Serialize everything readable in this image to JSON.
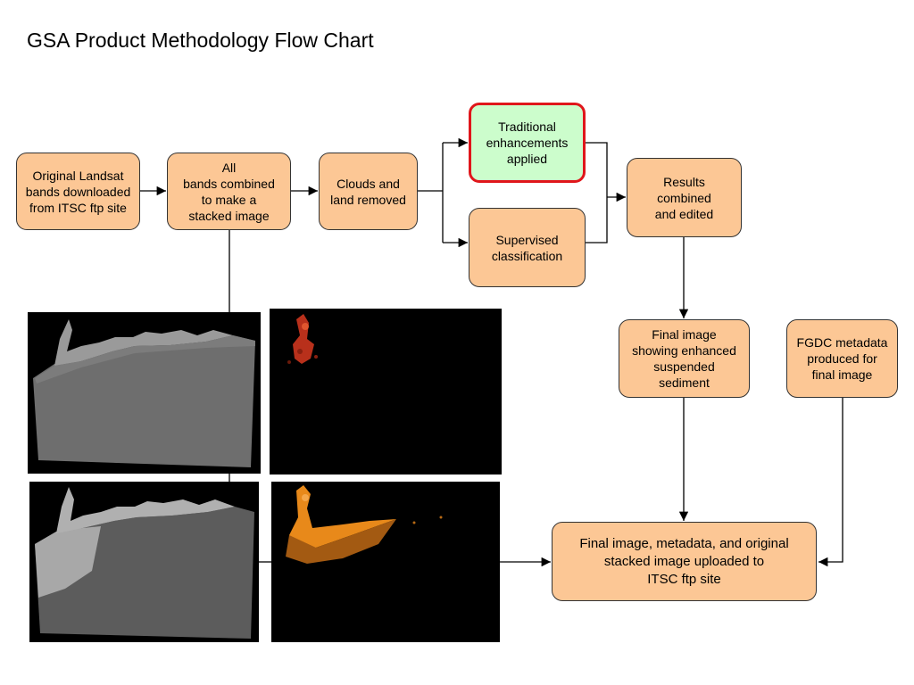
{
  "title": "GSA Product Methodology Flow Chart",
  "nodes": {
    "landsat": "Original Landsat\nbands downloaded\nfrom ITSC ftp site",
    "stacked": "All\nbands combined\nto make a\nstacked image",
    "clouds": "Clouds and\nland removed",
    "traditional": "Traditional\nenhancements\napplied",
    "supervised": "Supervised\nclassification",
    "results": "Results\ncombined\nand edited",
    "final_image": "Final image\nshowing enhanced\nsuspended\nsediment",
    "fgdc": "FGDC metadata\nproduced for\nfinal image",
    "upload": "Final image, metadata, and original\nstacked image uploaded to\nITSC ftp site"
  },
  "colors": {
    "node_fill": "#fcc795",
    "highlight_fill": "#ccfdcc",
    "highlight_border": "#e0161b",
    "connector": "#000000"
  },
  "thumbnails": [
    {
      "name": "grayscale-stacked-image",
      "tint": "#8a8a8a"
    },
    {
      "name": "red-enhanced-image",
      "tint": "#c0301a"
    },
    {
      "name": "grayscale-classified-image",
      "tint": "#9a9a9a"
    },
    {
      "name": "orange-sediment-image",
      "tint": "#e88a1a"
    }
  ]
}
